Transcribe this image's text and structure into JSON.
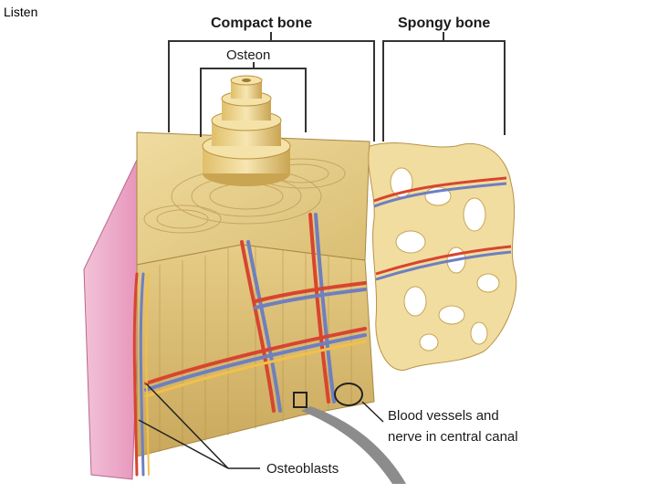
{
  "header": {
    "listen_label": "Listen"
  },
  "labels": {
    "compact_bone": "Compact bone",
    "spongy_bone": "Spongy bone",
    "osteon": "Osteon",
    "blood_vessels_line1": "Blood vessels and",
    "blood_vessels_line2": "nerve in central canal",
    "osteoblasts": "Osteoblasts"
  },
  "colors": {
    "bone": "#e8d08a",
    "bone_dark": "#c9a95a",
    "periosteum": "#e7a3c3",
    "artery": "#d8452f",
    "vein": "#6f7fbf",
    "nerve": "#f2c04a"
  }
}
